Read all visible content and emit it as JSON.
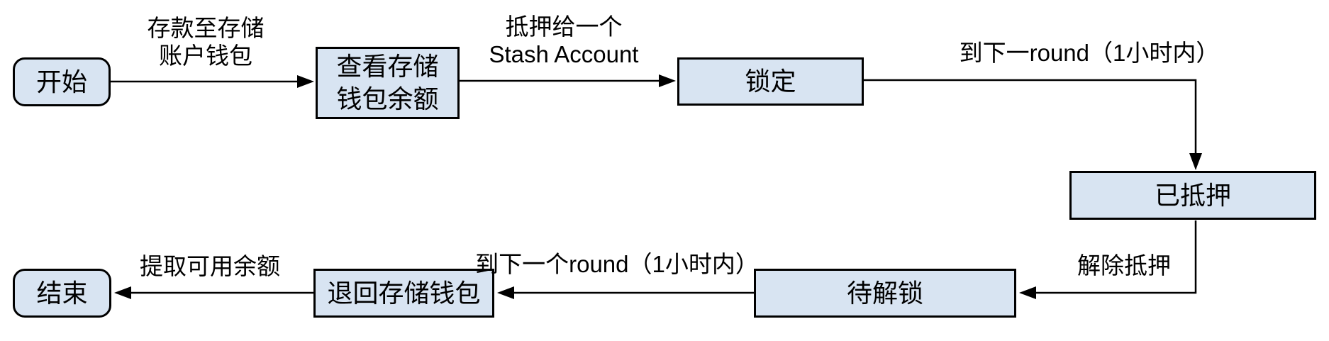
{
  "colors": {
    "node_fill": "#d8e4f2",
    "node_border": "#000000",
    "line": "#000000",
    "text": "#000000",
    "background": "#ffffff"
  },
  "nodes": {
    "start": {
      "label": "开始",
      "shape": "rounded"
    },
    "check_balance": {
      "label": "查看存储\n钱包余额",
      "shape": "rect"
    },
    "lock": {
      "label": "锁定",
      "shape": "rect"
    },
    "staked": {
      "label": "已抵押",
      "shape": "rect"
    },
    "pending_unlock": {
      "label": "待解锁",
      "shape": "rect"
    },
    "refund_wallet": {
      "label": "退回存储钱包",
      "shape": "rect"
    },
    "end": {
      "label": "结束",
      "shape": "rounded"
    }
  },
  "edges": {
    "deposit": {
      "label": "存款至存储\n账户钱包",
      "from": "start",
      "to": "check_balance"
    },
    "stake_to_stash": {
      "label": "抵押给一个\nStash Account",
      "from": "check_balance",
      "to": "lock"
    },
    "to_next_round": {
      "label": "到下一round（1小时内）",
      "from": "lock",
      "to": "staked"
    },
    "unstake": {
      "label": "解除抵押",
      "from": "staked",
      "to": "pending_unlock"
    },
    "to_next_round_2": {
      "label": "到下一个round（1小时内）",
      "from": "pending_unlock",
      "to": "refund_wallet"
    },
    "withdraw": {
      "label": "提取可用余额",
      "from": "refund_wallet",
      "to": "end"
    }
  }
}
